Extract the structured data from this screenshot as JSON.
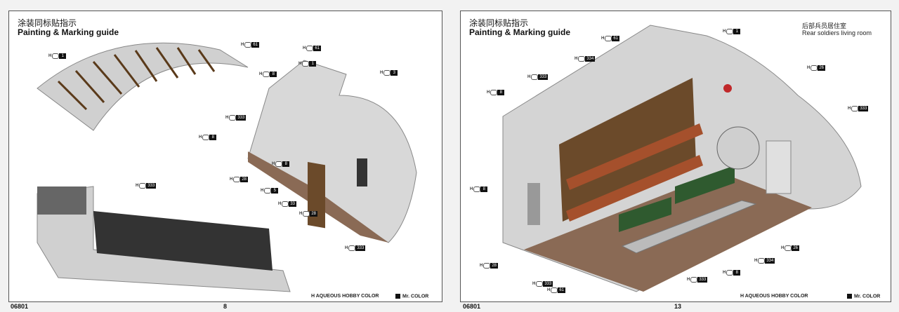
{
  "left_page": {
    "title_zh": "涂装同标贴指示",
    "title_en": "Painting & Marking guide",
    "callouts": [
      "1",
      "61",
      "61",
      "8",
      "1",
      "8",
      "333",
      "3",
      "333",
      "28",
      "5",
      "33",
      "28",
      "8",
      "333"
    ],
    "legend_hobby": "H  AQUEOUS HOBBY COLOR",
    "legend_mr": "Mr. COLOR",
    "code": "06801",
    "page_number": "8"
  },
  "right_page": {
    "title_zh": "涂装同标贴指示",
    "title_en": "Painting & Marking guide",
    "section_zh": "后部兵员居住室",
    "section_en": "Rear soldiers living room",
    "callouts": [
      "61",
      "1",
      "333",
      "334",
      "8",
      "26",
      "333",
      "8",
      "28",
      "333",
      "61",
      "333",
      "8",
      "334",
      "26"
    ],
    "legend_hobby": "H  AQUEOUS HOBBY COLOR",
    "legend_mr": "Mr. COLOR",
    "code": "06801",
    "page_number": "13"
  },
  "colors": {
    "wood": "#6b4a2a",
    "floor": "#8a6a55",
    "grey": "#c9c9c9",
    "green": "#2f5a2f",
    "bunk": "#a5502c"
  }
}
